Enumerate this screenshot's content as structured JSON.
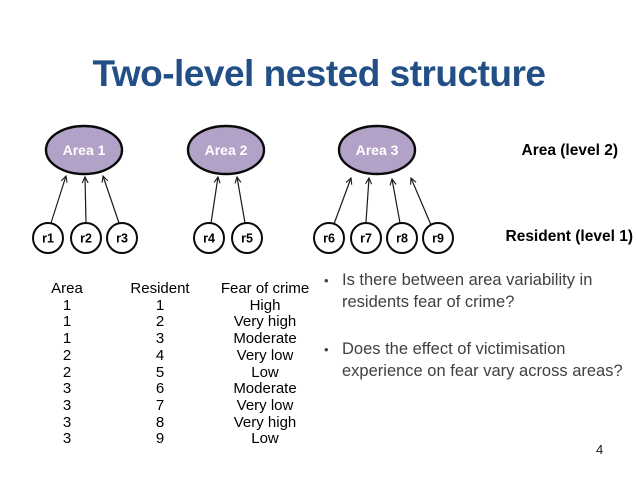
{
  "slide": {
    "title": "Two-level nested structure",
    "page_number": "4"
  },
  "diagram": {
    "ellipse_fill": "#b2a2c7",
    "ellipse_stroke": "#0a0a0a",
    "areas": [
      {
        "label": "Area 1"
      },
      {
        "label": "Area 2"
      },
      {
        "label": "Area 3"
      }
    ],
    "residents": [
      {
        "label": "r1"
      },
      {
        "label": "r2"
      },
      {
        "label": "r3"
      },
      {
        "label": "r4"
      },
      {
        "label": "r5"
      },
      {
        "label": "r6"
      },
      {
        "label": "r7"
      },
      {
        "label": "r8"
      },
      {
        "label": "r9"
      }
    ],
    "level2_label": "Area (level 2)",
    "level1_label": "Resident (level 1)"
  },
  "table": {
    "headers": [
      "Area",
      "Resident",
      "Fear of crime"
    ],
    "rows": [
      [
        "1",
        "1",
        "High"
      ],
      [
        "1",
        "2",
        "Very high"
      ],
      [
        "1",
        "3",
        "Moderate"
      ],
      [
        "2",
        "4",
        "Very low"
      ],
      [
        "2",
        "5",
        "Low"
      ],
      [
        "3",
        "6",
        "Moderate"
      ],
      [
        "3",
        "7",
        "Very low"
      ],
      [
        "3",
        "8",
        "Very high"
      ],
      [
        "3",
        "9",
        "Low"
      ]
    ]
  },
  "bullets": {
    "marker": "•",
    "items": [
      "Is there between area variability in residents fear of crime?",
      "Does the effect of victimisation experience on fear vary across areas?"
    ]
  }
}
